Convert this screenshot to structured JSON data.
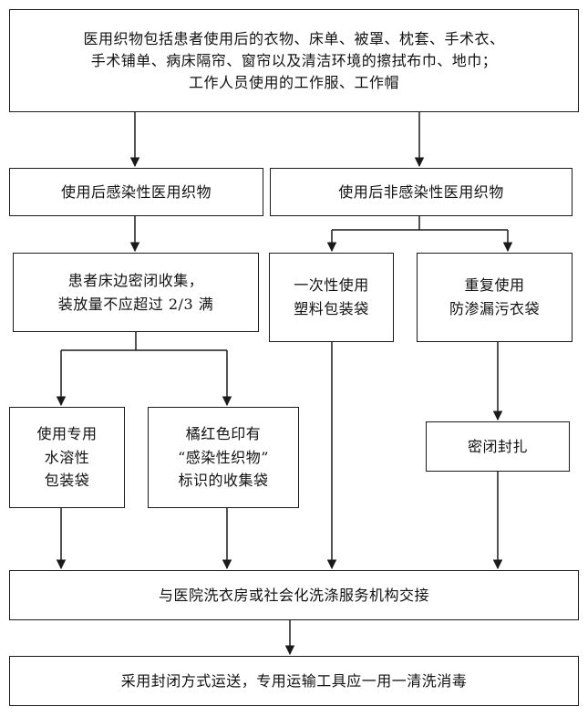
{
  "nodes": {
    "top": {
      "line1": "医用织物包括患者使用后的衣物、床单、被罩、枕套、手术衣、",
      "line2": "手术铺单、病床隔帘、窗帘以及清洁环境的擦拭布巾、地巾；",
      "line3": "工作人员使用的工作服、工作帽"
    },
    "infectious": "使用后感染性医用织物",
    "non_infectious": "使用后非感染性医用织物",
    "bedside": {
      "line1": "患者床边密闭收集，",
      "line2": "装放量不应超过 2/3 满"
    },
    "disposable_bag": {
      "line1": "一次性使用",
      "line2": "塑料包装袋"
    },
    "reusable_bag": {
      "line1": "重复使用",
      "line2": "防渗漏污衣袋"
    },
    "water_soluble": {
      "line1": "使用专用",
      "line2": "水溶性",
      "line3": "包装袋"
    },
    "orange_bag": {
      "line1": "橘红色印有",
      "line2": "“感染性织物”",
      "line3": "标识的收集袋"
    },
    "seal": "密闭封扎",
    "handover": "与医院洗衣房或社会化洗涤服务机构交接",
    "transport": "采用封闭方式运送，专用运输工具应一用一清洗消毒"
  }
}
